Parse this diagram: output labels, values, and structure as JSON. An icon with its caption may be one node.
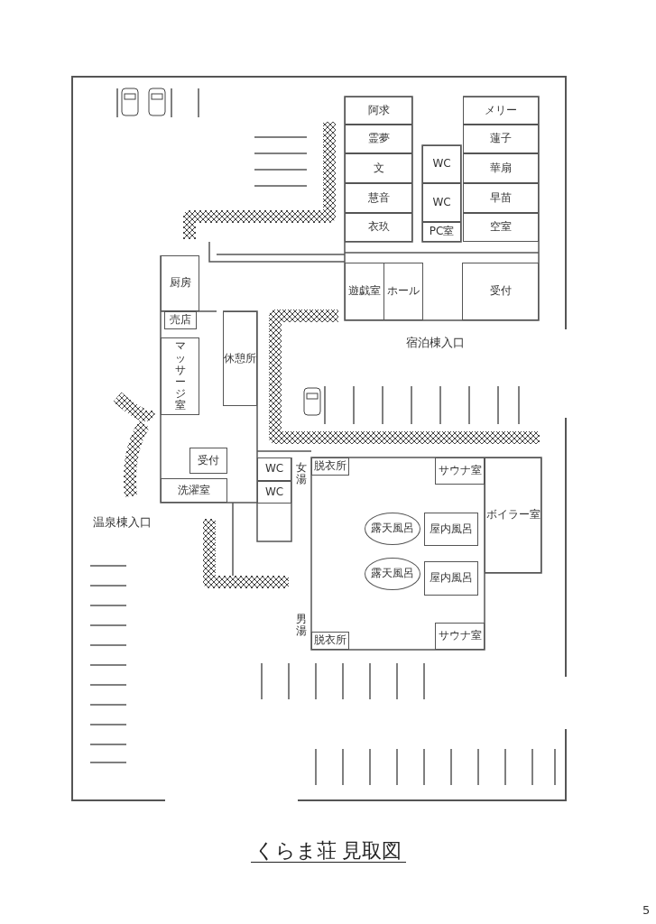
{
  "diagram": {
    "title": "くらま荘 見取図",
    "nodes": [
      {
        "text": [
          "阿求"
        ]
      },
      {
        "text": [
          "霊夢"
        ]
      },
      {
        "text": [
          "文"
        ]
      },
      {
        "text": [
          "慧音"
        ]
      },
      {
        "text": [
          "衣玖"
        ]
      },
      {
        "text": [
          "WC"
        ]
      },
      {
        "text": [
          "WC"
        ]
      },
      {
        "text": [
          "PC室"
        ]
      },
      {
        "text": [
          "メリー"
        ]
      },
      {
        "text": [
          "蓮子"
        ]
      },
      {
        "text": [
          "華扇"
        ]
      },
      {
        "text": [
          "早苗"
        ]
      },
      {
        "text": [
          "空室"
        ]
      },
      {
        "text": [
          "遊戯室"
        ]
      },
      {
        "text": [
          "ホール"
        ]
      },
      {
        "text": [
          "受付"
        ]
      },
      {
        "text": [
          "厨房"
        ]
      },
      {
        "text": [
          "売店"
        ]
      },
      {
        "text": [
          "マッサージ室"
        ]
      },
      {
        "text": [
          "休憩所"
        ]
      },
      {
        "text": [
          "受付"
        ]
      },
      {
        "text": [
          "洗濯室"
        ]
      },
      {
        "text": [
          "WC"
        ]
      },
      {
        "text": [
          "WC"
        ]
      },
      {
        "text": [
          "脱衣所"
        ]
      },
      {
        "text": [
          "サウナ室"
        ]
      },
      {
        "text": [
          "露天風呂"
        ]
      },
      {
        "text": [
          "屋内風呂"
        ]
      },
      {
        "text": [
          "ボイラー室"
        ]
      },
      {
        "text": [
          "露天風呂"
        ]
      },
      {
        "text": [
          "屋内風呂"
        ]
      },
      {
        "text": [
          "脱衣所"
        ]
      },
      {
        "text": [
          "サウナ室"
        ]
      }
    ],
    "labels": [
      "宿泊棟入口",
      "女湯",
      "温泉棟入口",
      "男湯",
      "5"
    ]
  }
}
